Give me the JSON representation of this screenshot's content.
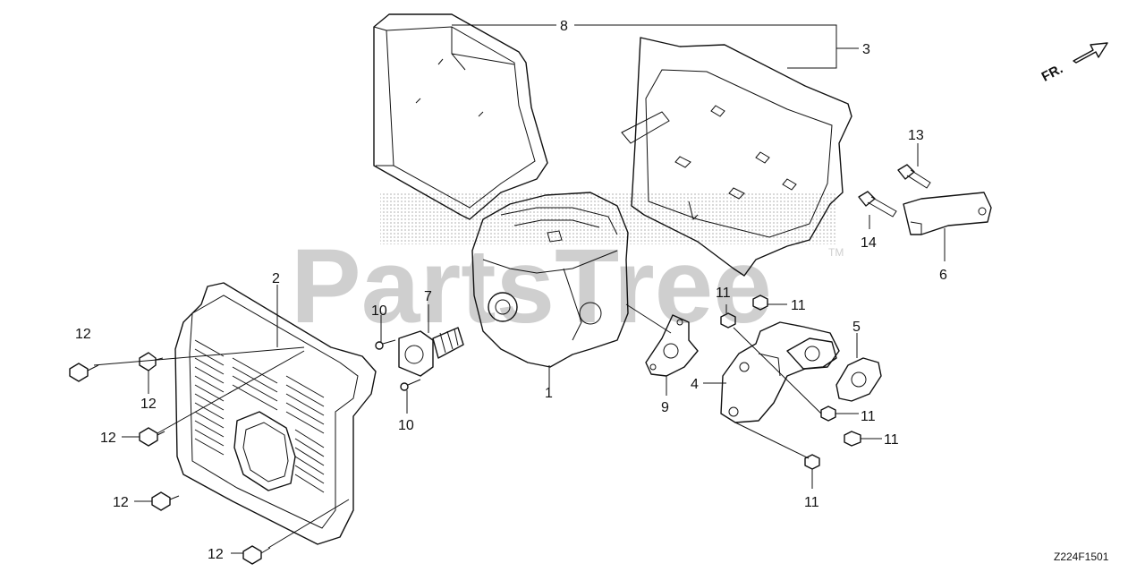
{
  "watermark": "PartsTree",
  "trademark": "TM",
  "direction_label": "FR.",
  "diagram_code": "Z224F1501",
  "callouts": {
    "c8": "8",
    "c3": "3",
    "c13": "13",
    "c14": "14",
    "c6": "6",
    "c2": "2",
    "c7": "7",
    "c10a": "10",
    "c10b": "10",
    "c1": "1",
    "c12a": "12",
    "c12b": "12",
    "c12c": "12",
    "c12d": "12",
    "c12e": "12",
    "c11a": "11",
    "c11b": "11",
    "c11c": "11",
    "c11d": "11",
    "c11e": "11",
    "c5": "5",
    "c4": "4",
    "c9": "9"
  }
}
